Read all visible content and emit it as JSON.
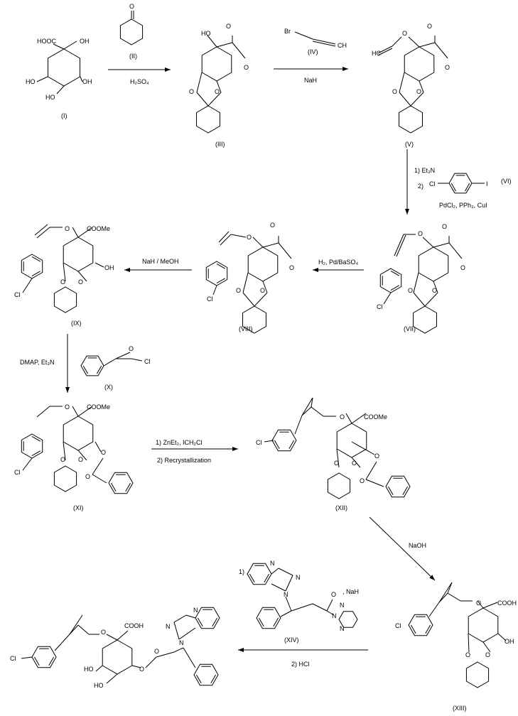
{
  "compounds": {
    "I": "(I)",
    "II": "(II)",
    "III": "(III)",
    "IV": "(IV)",
    "V": "(V)",
    "VI": "(VI)",
    "VII": "(VII)",
    "VIII": "(VIII)",
    "IX": "(IX)",
    "X": "(X)",
    "XI": "(XI)",
    "XII": "(XII)",
    "XIII": "(XIII)",
    "XIV": "(XIV)"
  },
  "reagents": {
    "step1": "H₂SO₄",
    "step2": "NaH",
    "step3a": "1) Et₃N",
    "step3b": "2)",
    "step3c": "PdCl₂, PPh₃, CuI",
    "step4": "H₂, Pd/BaSO₄",
    "step5": "NaH / MeOH",
    "step6": "DMAP, Et₃N",
    "step7a": "1) ZnEt₂, ICH₂Cl",
    "step7b": "2) Recrystallization",
    "step8": "NaOH",
    "step9a": "1)",
    "step9b": ", NaH",
    "step9c": "2) HCl"
  },
  "atoms": {
    "hooc": "HOOC",
    "oh": "OH",
    "ho": "HO",
    "o": "O",
    "br": "Br",
    "hc": "HC",
    "ch": "CH",
    "cl": "Cl",
    "i": "I",
    "coome": "COOMe",
    "cooh": "COOH",
    "n": "N"
  }
}
